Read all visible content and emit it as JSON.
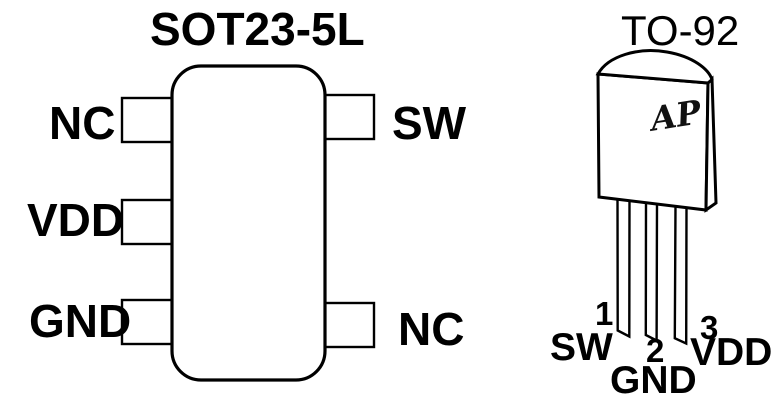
{
  "figure": {
    "background": "#ffffff",
    "ink": "#000000"
  },
  "sot23": {
    "title": "SOT23-5L",
    "left_pins": [
      "NC",
      "VDD",
      "GND"
    ],
    "right_pins": [
      "SW",
      "NC"
    ]
  },
  "to92": {
    "title": "TO-92",
    "logo": "AP",
    "pins": [
      {
        "number": "1",
        "name": "SW"
      },
      {
        "number": "2",
        "name": "GND"
      },
      {
        "number": "3",
        "name": "VDD"
      }
    ]
  }
}
